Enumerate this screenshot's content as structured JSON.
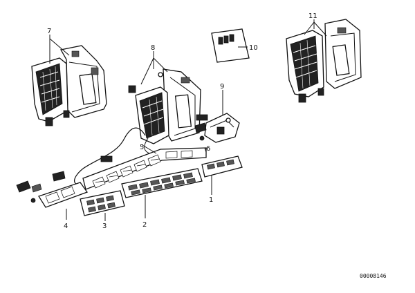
{
  "callouts": {
    "c1": "1",
    "c2": "2",
    "c3": "3",
    "c4": "4",
    "c5": "5",
    "c6": "6",
    "c7": "7",
    "c8": "8",
    "c9": "9",
    "c10": "10",
    "c11": "11"
  },
  "reference_code": "00008146"
}
